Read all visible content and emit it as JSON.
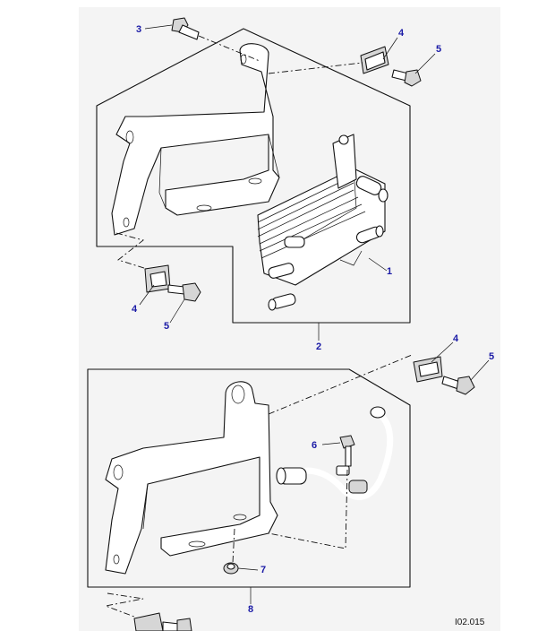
{
  "callouts": {
    "cooler": "1",
    "upper_assembly": "2",
    "bolt_top": "3",
    "clip_upper_right": "4",
    "bolt_upper_right": "5",
    "clip_upper_left": "4",
    "bolt_upper_left": "5",
    "clip_lower_right": "4",
    "bolt_lower_right": "5",
    "pipe_bolt": "6",
    "grommet": "7",
    "lower_assembly": "8"
  },
  "reference_code": "I02.015",
  "colors": {
    "callout": "#1a1aa6",
    "sheet": "#f4f4f4",
    "line": "#111111"
  }
}
